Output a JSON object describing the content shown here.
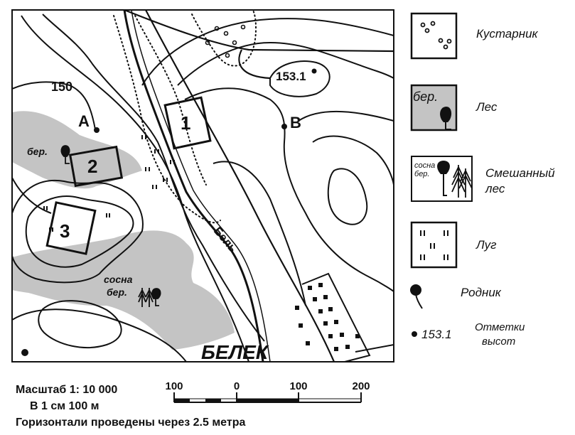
{
  "map": {
    "labels": {
      "contour_150": "150",
      "point_a": "A",
      "point_b": "B",
      "height_mark": "153.1",
      "plot_1": "1",
      "plot_2": "2",
      "plot_3": "3",
      "river": "Бель",
      "village": "БЕЛЕК",
      "birch_abbrev": "бер.",
      "mixed_pine": "сосна",
      "mixed_birch": "бер."
    }
  },
  "legend": {
    "shrub": {
      "label": "Кустарник"
    },
    "forest": {
      "label": "Лес",
      "sample_text": "бер."
    },
    "mixed_forest": {
      "label_line1": "Смешанный",
      "label_line2": "лес",
      "sample_pine": "сосна",
      "sample_birch": "бер."
    },
    "meadow": {
      "label": "Луг"
    },
    "spring": {
      "label": "Родник"
    },
    "elevation": {
      "sample": "153.1",
      "label_line1": "Отметки",
      "label_line2": "высот"
    }
  },
  "scale": {
    "title": "Масштаб  1: 10 000",
    "subtitle": "В 1 см 100 м",
    "contour_note": "Горизонтали проведены через 2.5 метра",
    "ticks": [
      "100",
      "0",
      "100",
      "200"
    ]
  },
  "colors": {
    "forest_fill": "#c4c4c4",
    "ink": "#111111",
    "background": "#ffffff"
  }
}
